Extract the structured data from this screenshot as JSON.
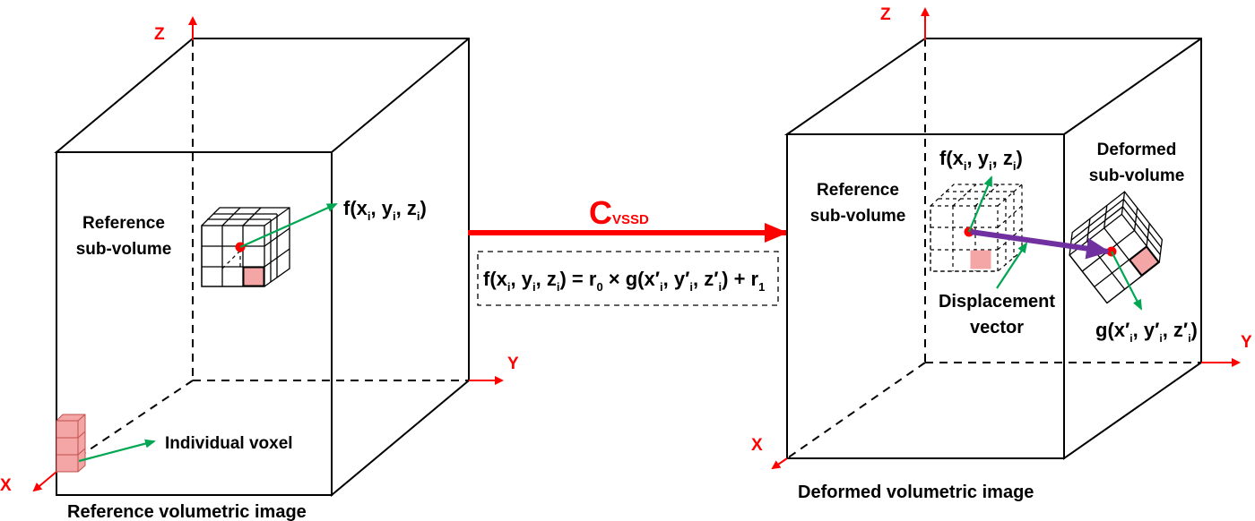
{
  "left": {
    "caption": "Reference volumetric image",
    "subvolume_label_line1": "Reference",
    "subvolume_label_line2": "sub-volume",
    "voxel_label": "Individual voxel",
    "point_label": "f(x",
    "axes": {
      "z": "Z",
      "y": "Y",
      "x": "X"
    }
  },
  "middle": {
    "operator_main": "C",
    "operator_sub": "VSSD",
    "equation": "f(x, y, z) = r0 × g(x′, y′, z′) + r1"
  },
  "right": {
    "caption": "Deformed volumetric image",
    "ref_label_line1": "Reference",
    "ref_label_line2": "sub-volume",
    "def_label_line1": "Deformed",
    "def_label_line2": "sub-volume",
    "disp_label_line1": "Displacement",
    "disp_label_line2": "vector",
    "axes": {
      "z": "Z",
      "y": "Y",
      "x": "X"
    }
  },
  "colors": {
    "axis": "#ff0000",
    "arrow_main": "#ff0000",
    "pointer": "#00a651",
    "displacement": "#7030a0",
    "voxel_fill": "#f4a6a6",
    "point": "#ff0000"
  }
}
